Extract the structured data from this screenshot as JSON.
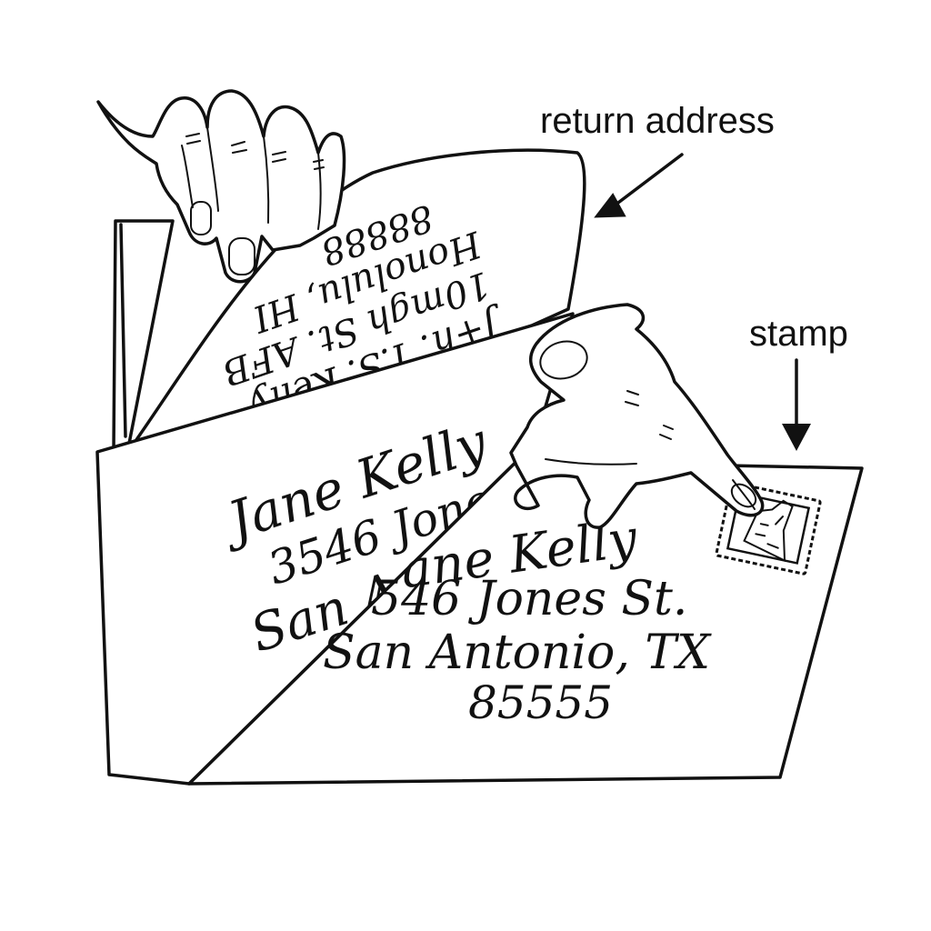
{
  "labels": {
    "return_address": "return address",
    "stamp": "stamp"
  },
  "return_address_card": {
    "lines": [
      "J+h. T.S. Kelly",
      "10mgh St. AFB",
      "Honolulu, HI",
      "88888"
    ]
  },
  "back_envelope": {
    "lines": [
      "Jane Kelly",
      "3546 Jones",
      "San Ant"
    ]
  },
  "front_envelope": {
    "lines": [
      "ane Kelly",
      "546 Jones St.",
      "San Antonio, TX",
      "85555"
    ]
  },
  "icons": [
    "hand-top-icon",
    "hand-pointing-icon",
    "postage-stamp-icon",
    "arrow-down-left-icon",
    "arrow-down-icon"
  ]
}
